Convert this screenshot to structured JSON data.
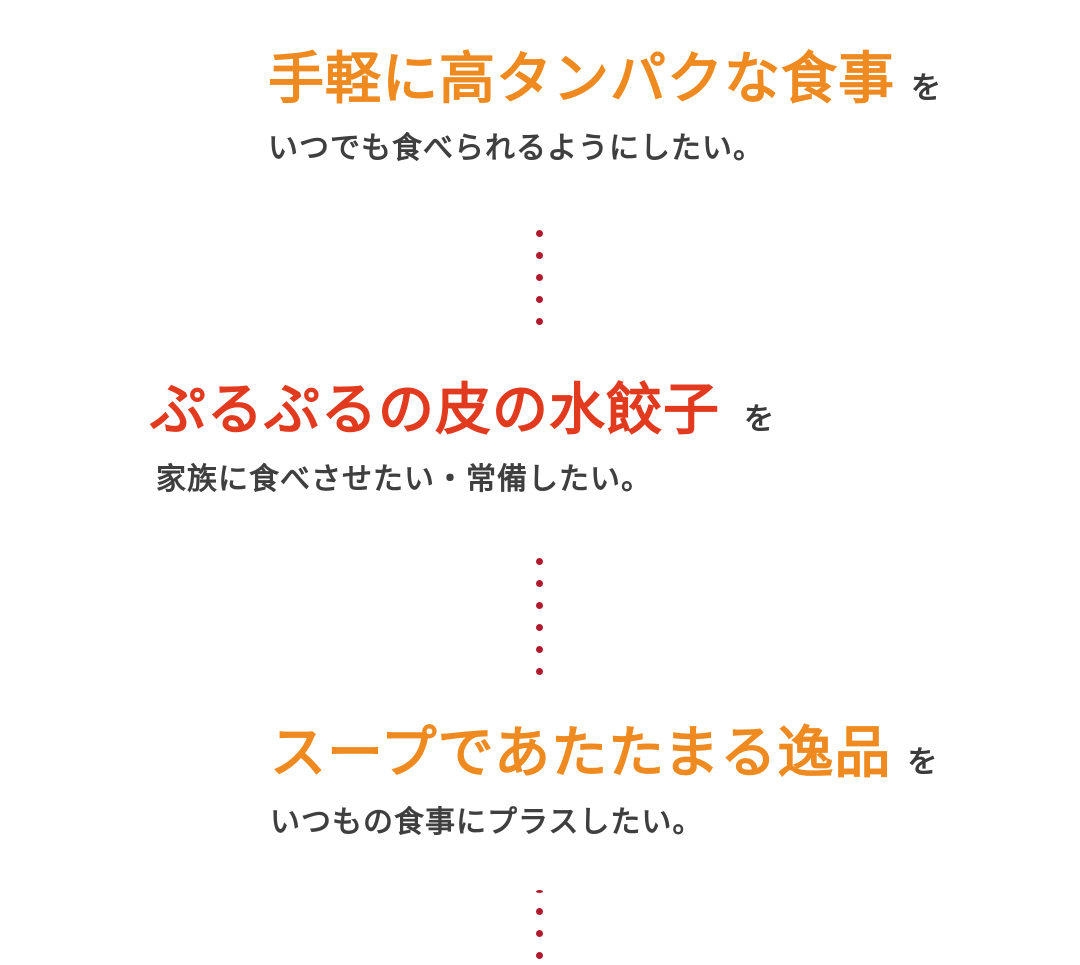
{
  "colors": {
    "orange": "#ee8a1f",
    "red": "#e23a1e",
    "text": "#3f3f3f",
    "dots": "#b01c2e"
  },
  "items": [
    {
      "headline": "手軽に高タンパクな食事",
      "particle": "を",
      "sub": "いつでも食べられるようにしたい。"
    },
    {
      "headline": "ぷるぷるの皮の水餃子",
      "particle": "を",
      "sub": "家族に食べさせたい・常備したい。"
    },
    {
      "headline": "スープであたたまる逸品",
      "particle": "を",
      "sub": "いつもの食事にプラスしたい。"
    }
  ]
}
